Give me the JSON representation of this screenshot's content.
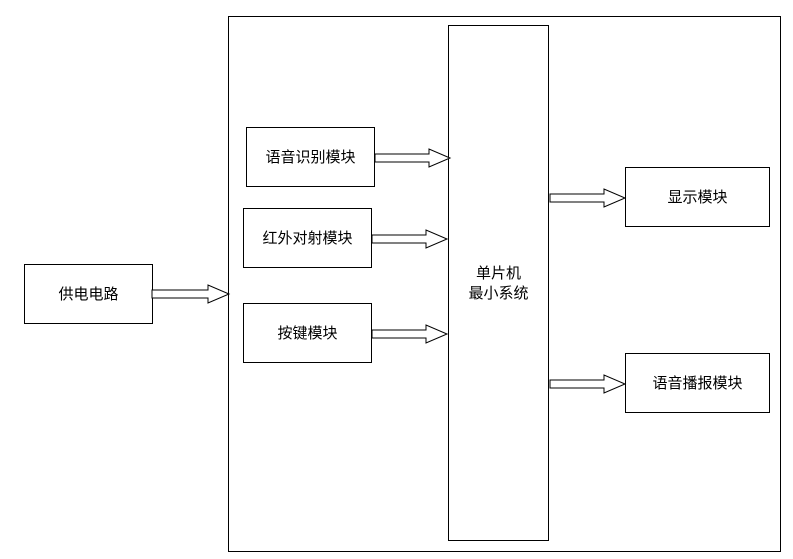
{
  "diagram": {
    "power": {
      "label": "供电电路"
    },
    "inputs": [
      {
        "label": "语音识别模块"
      },
      {
        "label": "红外对射模块"
      },
      {
        "label": "按键模块"
      }
    ],
    "mcu": {
      "line1": "单片机",
      "line2": "最小系统"
    },
    "outputs": [
      {
        "label": "显示模块"
      },
      {
        "label": "语音播报模块"
      }
    ],
    "colors": {
      "stroke": "#000000",
      "fill": "#ffffff"
    }
  }
}
